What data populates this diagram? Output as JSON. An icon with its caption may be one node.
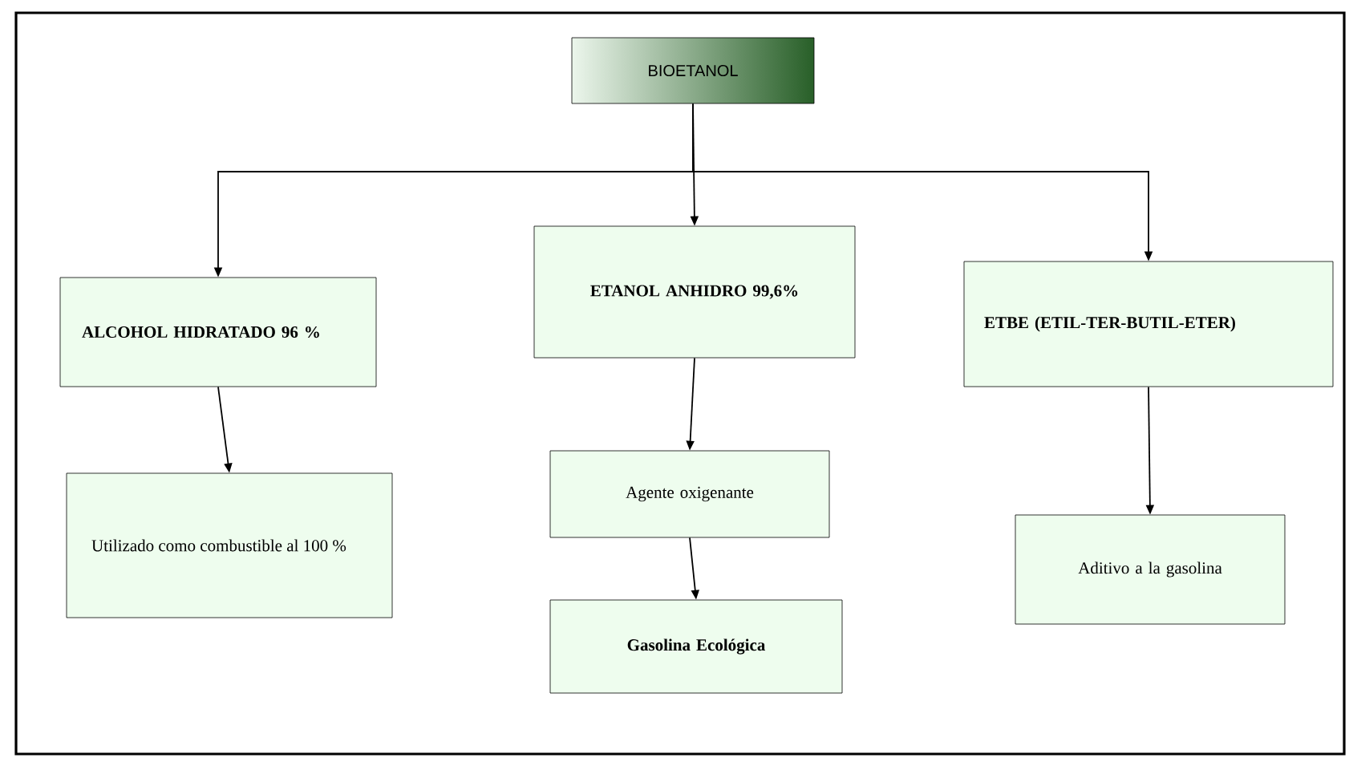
{
  "diagram": {
    "nodes": [
      {
        "text": [
          "BIOETANOL"
        ]
      },
      {
        "text": [
          "ALCOHOL HIDRATADO 96 %"
        ]
      },
      {
        "text": [
          "ETANOL ANHIDRO 99,6%"
        ]
      },
      {
        "text": [
          "ETBE (ETIL-TER-BUTIL-ETER)"
        ]
      },
      {
        "text": [
          "Utilizado como combustible al 100 %"
        ]
      },
      {
        "text": [
          "Agente oxigenante"
        ]
      },
      {
        "text": [
          "Gasolina Ecológica"
        ]
      },
      {
        "text": [
          "Aditivo a la gasolina"
        ]
      }
    ],
    "edges": [
      {
        "from": 0,
        "to": 1,
        "arrow": "to"
      },
      {
        "from": 0,
        "to": 2,
        "arrow": "to"
      },
      {
        "from": 0,
        "to": 3,
        "arrow": "to"
      },
      {
        "from": 1,
        "to": 4,
        "arrow": "to"
      },
      {
        "from": 2,
        "to": 5,
        "arrow": "to"
      },
      {
        "from": 5,
        "to": 6,
        "arrow": "to"
      },
      {
        "from": 3,
        "to": 7,
        "arrow": "to"
      }
    ]
  }
}
